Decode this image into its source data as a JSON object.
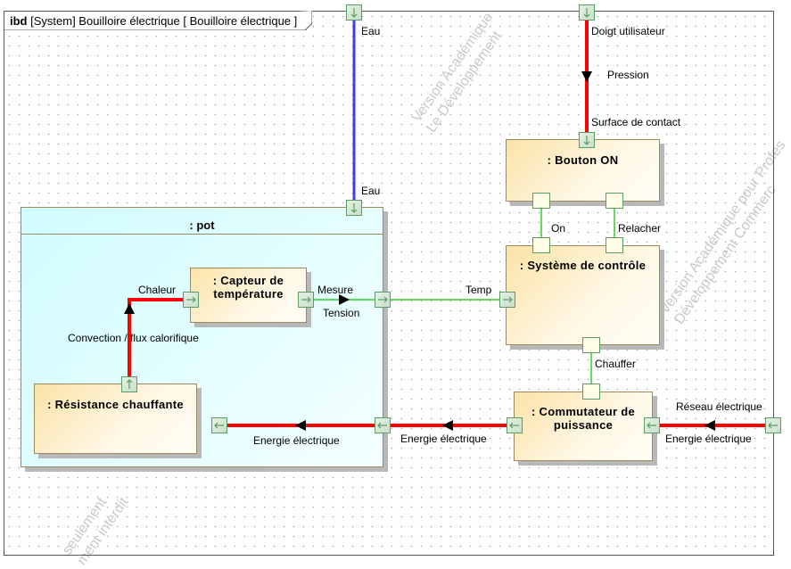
{
  "frame": {
    "kind": "ibd",
    "title": "[System] Bouilloire électrique [ Bouilloire électrique ]"
  },
  "blocks": {
    "pot": ": pot",
    "capteur": ": Capteur de température",
    "capteur_line1": ": Capteur de",
    "capteur_line2": "température",
    "resistance": ": Résistance chauffante",
    "bouton": ": Bouton ON",
    "systeme": ": Système de contrôle",
    "commutateur_line1": ": Commutateur de",
    "commutateur_line2": "puissance"
  },
  "labels": {
    "eau_top": "Eau",
    "eau_pot": "Eau",
    "doigt": "Doigt utilisateur",
    "pression": "Pression",
    "surface": "Surface de contact",
    "on": "On",
    "relacher": "Relacher",
    "temp": "Temp",
    "mesure": "Mesure",
    "tension": "Tension",
    "chaleur": "Chaleur",
    "convection": "Convection / flux calorifique",
    "chauffer": "Chauffer",
    "reseau": "Réseau électrique",
    "energie_right": "Energie électrique",
    "energie_mid": "Energie électrique",
    "energie_pot": "Energie électrique"
  },
  "watermarks": {
    "top_line1": "Version Académique",
    "top_line2": "Le Développement",
    "right_line1": "Version Académique pour Profes",
    "right_line2": "Développement Commerc",
    "bottom_line1": "seulement",
    "bottom_line2": "ment interdit"
  },
  "colors": {
    "flow_red": "#ff0000",
    "water_blue": "#3b3bff",
    "signal_green": "#33cc33"
  }
}
